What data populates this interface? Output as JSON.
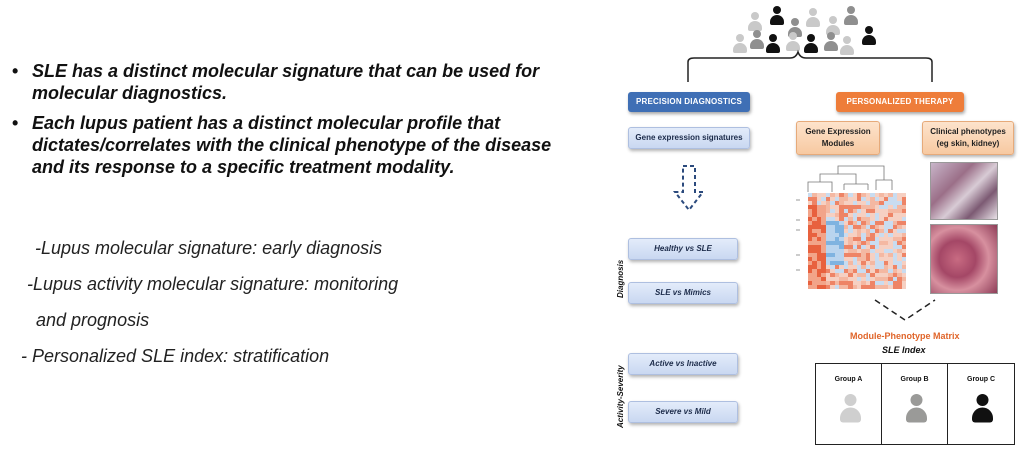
{
  "bullets": [
    "SLE has a distinct molecular signature that can be used for molecular diagnostics.",
    "Each lupus patient has a distinct molecular profile that dictates/correlates with the clinical phenotype of the disease and its response to a specific treatment modality."
  ],
  "bullet_symbol": "•",
  "sub_points": [
    "-Lupus  molecular signature: early diagnosis",
    "-Lupus  activity molecular signature: monitoring",
    "and prognosis",
    "- Personalized SLE index: stratification"
  ],
  "diagram": {
    "precision_header": "PRECISION DIAGNOSTICS",
    "personalized_header": "PERSONALIZED THERAPY",
    "gene_expression_signatures": "Gene expression signatures",
    "gene_expression_modules": [
      "Gene Expression",
      "Modules"
    ],
    "clinical_phenotypes": [
      "Clinical phenotypes",
      "(eg skin, kidney)"
    ],
    "diagnosis_label": "Diagnosis",
    "activity_label": "Activity-Severity",
    "healthy_vs_sle": "Healthy vs SLE",
    "sle_vs_mimics": "SLE vs Mimics",
    "active_vs_inactive": "Active vs Inactive",
    "severe_vs_mild": "Severe vs Mild",
    "matrix_title": "Module-Phenotype Matrix",
    "sle_index": "SLE Index",
    "groups": [
      "Group A",
      "Group B",
      "Group C"
    ]
  },
  "colors": {
    "precision_blue": "#3f6fb5",
    "personalized_orange": "#ee7d3a",
    "matrix_orange": "#e0652a",
    "person_black": "#111111",
    "person_gray": "#8f8f8f",
    "person_light": "#c9c9c9"
  }
}
